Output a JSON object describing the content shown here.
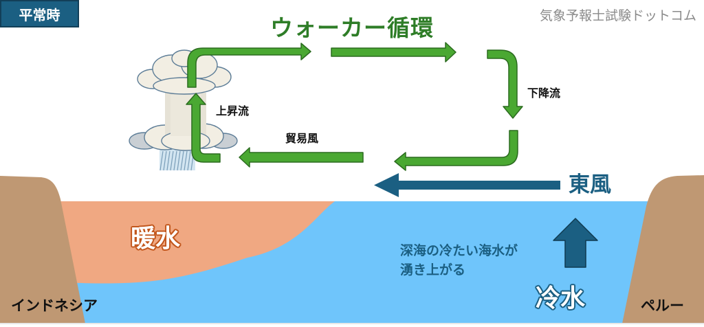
{
  "badge": {
    "label": "平常時"
  },
  "title": "ウォーカー循環",
  "site_name": "気象予報士試験ドットコム",
  "labels": {
    "updraft": "上昇流",
    "downdraft": "下降流",
    "trade_wind": "貿易風",
    "east_wind": "東風",
    "warm_water": "暖水",
    "cold_water": "冷水",
    "upwelling_line1": "深海の冷たい海水が",
    "upwelling_line2": "湧き上がる",
    "west_land": "インドネシア",
    "east_land": "ペルー"
  },
  "icons": {
    "cloud": "cumulonimbus-cloud-icon",
    "circulation_arrows": "green-arrow-icon",
    "east_wind_arrow": "left-arrow-icon",
    "upwelling_arrow": "up-arrow-icon"
  },
  "colors": {
    "badge_bg": "#1b5f82",
    "title_green": "#2e7d27",
    "arrow_green": "#4aa832",
    "arrow_green_stroke": "#2b6b1f",
    "east_wind_blue": "#1b5f82",
    "warm_water": "#f0a882",
    "cold_water": "#6fc5fb",
    "land": "#bf9873"
  }
}
